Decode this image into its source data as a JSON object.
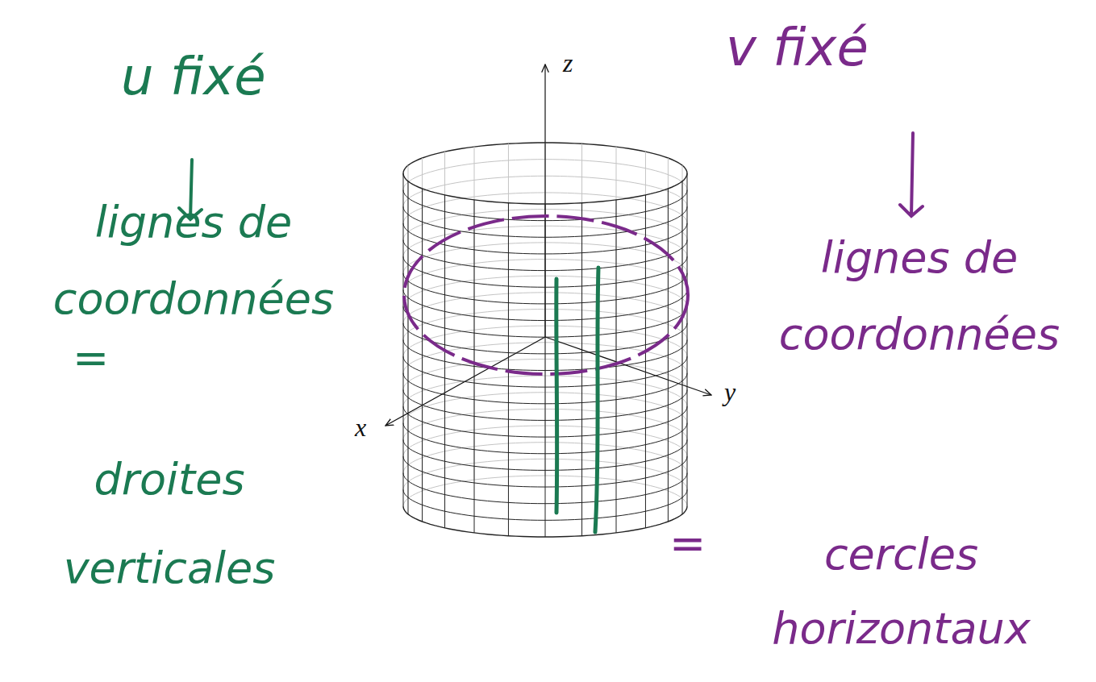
{
  "diagram": {
    "labels": [
      "z",
      "x",
      "y",
      "u fixé",
      "lignes de coordonnées",
      "=",
      "droites verticales",
      "v fixé",
      "lignes de coordonnées",
      "=",
      "cercles horizontaux"
    ]
  }
}
